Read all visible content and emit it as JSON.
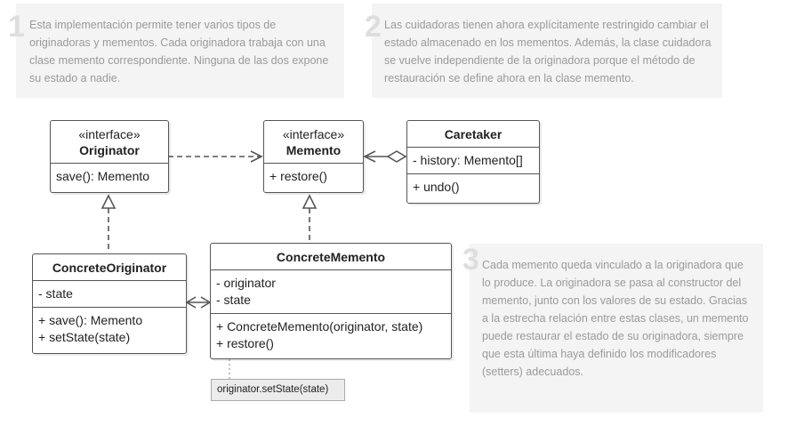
{
  "notes": [
    {
      "number": "1",
      "text": "Esta implementación permite tener varios tipos de originadoras y mementos. Cada originadora trabaja con una clase memento correspondiente. Ninguna de las dos expone su estado a nadie."
    },
    {
      "number": "2",
      "text": "Las cuidadoras tienen ahora explícitamente restringido cambiar el estado almacenado en los mementos. Además, la clase cuidadora se vuelve independiente de la originadora porque el método de restauración se define ahora en la clase memento."
    },
    {
      "number": "3",
      "text": "Cada memento queda vinculado a la originadora que lo produce. La originadora se pasa al constructor del memento, junto con los valores de su estado. Gracias a la estrecha relación entre estas clases, un memento puede restaurar el estado de su originadora, siempre que esta última haya definido los modificadores (setters) adecuados."
    }
  ],
  "classes": {
    "originator": {
      "stereotype": "«interface»",
      "name": "Originator",
      "methods": [
        "save(): Memento"
      ]
    },
    "memento": {
      "stereotype": "«interface»",
      "name": "Memento",
      "methods": [
        "+ restore()"
      ]
    },
    "caretaker": {
      "name": "Caretaker",
      "fields": [
        "- history: Memento[]"
      ],
      "methods": [
        "+ undo()"
      ]
    },
    "concrete_originator": {
      "name": "ConcreteOriginator",
      "fields": [
        "- state"
      ],
      "methods": [
        "+ save(): Memento",
        "+ setState(state)"
      ]
    },
    "concrete_memento": {
      "name": "ConcreteMemento",
      "fields": [
        "- originator",
        "- state"
      ],
      "methods": [
        "+ ConcreteMemento(originator, state)",
        "+ restore()"
      ]
    }
  },
  "code_note": "originator.setState(state)"
}
